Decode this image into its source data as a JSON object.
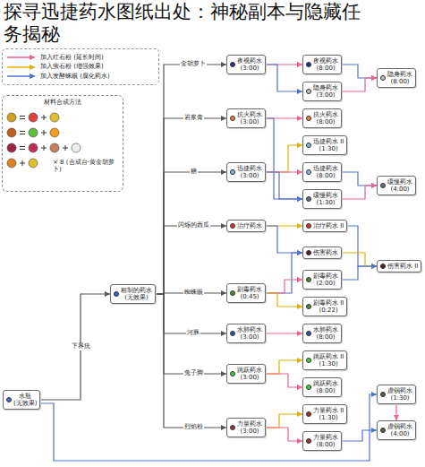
{
  "diagram": {
    "title": "探寻迅捷药水图纸出处：神秘副本与隐藏任务揭秘",
    "nodes": [
      {
        "text": [
          "水瓶",
          "(无效果)"
        ]
      },
      {
        "text": [
          "粗制的药水",
          "(无效果)"
        ]
      },
      {
        "text": [
          "夜视药水",
          "(3:00)"
        ]
      },
      {
        "text": [
          "抗火药水",
          "(3:00)"
        ]
      },
      {
        "text": [
          "迅捷药水",
          "(3:00)"
        ]
      },
      {
        "text": [
          "治疗药水"
        ]
      },
      {
        "text": [
          "剧毒药水",
          "(0:45)"
        ]
      },
      {
        "text": [
          "水肺药水",
          "(3:00)"
        ]
      },
      {
        "text": [
          "跳跃药水",
          "(3:00)"
        ]
      },
      {
        "text": [
          "力量药水",
          "(3:00)"
        ]
      },
      {
        "text": [
          "夜视药水",
          "(8:00)"
        ]
      },
      {
        "text": [
          "隐身药水",
          "(3:00)"
        ]
      },
      {
        "text": [
          "抗火药水",
          "(8:00)"
        ]
      },
      {
        "text": [
          "迅捷药水 II",
          "(1:30)"
        ]
      },
      {
        "text": [
          "迅捷药水",
          "(8:00)"
        ]
      },
      {
        "text": [
          "缓慢药水",
          "(1:30)"
        ]
      },
      {
        "text": [
          "治疗药水 II"
        ]
      },
      {
        "text": [
          "伤害药水"
        ]
      },
      {
        "text": [
          "剧毒药水",
          "(2:00)"
        ]
      },
      {
        "text": [
          "剧毒药水 II",
          "(0:22)"
        ]
      },
      {
        "text": [
          "水肺药水",
          "(8:00)"
        ]
      },
      {
        "text": [
          "跳跃药水 II",
          "(1:30)"
        ]
      },
      {
        "text": [
          "跳跃药水",
          "(8:00)"
        ]
      },
      {
        "text": [
          "力量药水 II",
          "(1:30)"
        ]
      },
      {
        "text": [
          "力量药水",
          "(8:00)"
        ]
      },
      {
        "text": [
          "隐身药水",
          "(8:00)"
        ]
      },
      {
        "text": [
          "缓慢药水",
          "(4:00)"
        ]
      },
      {
        "text": [
          "伤害药水 II"
        ]
      },
      {
        "text": [
          "虚弱药水",
          "(1:30)"
        ]
      },
      {
        "text": [
          "虚弱药水",
          "(4:00)"
        ]
      },
      {
        "text": [
          "材料合成方法",
          "× 8 (合成台·黄金胡萝卜)"
        ]
      }
    ],
    "edges": [
      {
        "from": 0,
        "to": 1,
        "arrow": "to",
        "label": "下界疣"
      },
      {
        "from": 1,
        "to": 2,
        "arrow": "to",
        "label": "金胡萝卜"
      },
      {
        "from": 1,
        "to": 3,
        "arrow": "to",
        "label": "岩浆膏"
      },
      {
        "from": 1,
        "to": 4,
        "arrow": "to",
        "label": "糖"
      },
      {
        "from": 1,
        "to": 5,
        "arrow": "to",
        "label": "闪烁的西瓜"
      },
      {
        "from": 1,
        "to": 6,
        "arrow": "to",
        "label": "蜘蛛眼"
      },
      {
        "from": 1,
        "to": 7,
        "arrow": "to",
        "label": "河豚"
      },
      {
        "from": 1,
        "to": 8,
        "arrow": "to",
        "label": "兔子脚"
      },
      {
        "from": 1,
        "to": 9,
        "arrow": "to",
        "label": "烈焰粉"
      },
      {
        "from": 2,
        "to": 10,
        "arrow": "to"
      },
      {
        "from": 2,
        "to": 11,
        "arrow": "to"
      },
      {
        "from": 3,
        "to": 12,
        "arrow": "to"
      },
      {
        "from": 3,
        "to": 15,
        "arrow": "to"
      },
      {
        "from": 4,
        "to": 13,
        "arrow": "to"
      },
      {
        "from": 4,
        "to": 14,
        "arrow": "to"
      },
      {
        "from": 4,
        "to": 15,
        "arrow": "to"
      },
      {
        "from": 5,
        "to": 16,
        "arrow": "to"
      },
      {
        "from": 5,
        "to": 17,
        "arrow": "to"
      },
      {
        "from": 6,
        "to": 17,
        "arrow": "to"
      },
      {
        "from": 6,
        "to": 18,
        "arrow": "to"
      },
      {
        "from": 6,
        "to": 19,
        "arrow": "to"
      },
      {
        "from": 7,
        "to": 20,
        "arrow": "to"
      },
      {
        "from": 8,
        "to": 21,
        "arrow": "to"
      },
      {
        "from": 8,
        "to": 22,
        "arrow": "to"
      },
      {
        "from": 9,
        "to": 23,
        "arrow": "to"
      },
      {
        "from": 9,
        "to": 24,
        "arrow": "to"
      },
      {
        "from": 10,
        "to": 25,
        "arrow": "to"
      },
      {
        "from": 11,
        "to": 25,
        "arrow": "to"
      },
      {
        "from": 14,
        "to": 26,
        "arrow": "to"
      },
      {
        "from": 15,
        "to": 26,
        "arrow": "to"
      },
      {
        "from": 16,
        "to": 27,
        "arrow": "to"
      },
      {
        "from": 17,
        "to": 27,
        "arrow": "to"
      },
      {
        "from": 18,
        "to": 27,
        "arrow": "to"
      },
      {
        "from": 0,
        "to": 28,
        "arrow": "to"
      },
      {
        "from": 28,
        "to": 29,
        "arrow": "to"
      },
      {
        "from": 24,
        "to": 29,
        "arrow": "to"
      }
    ],
    "legend": [
      {
        "text": "加入红石粉 (延长时间)"
      },
      {
        "text": "加入萤石粉 (增强效果)"
      },
      {
        "text": "加入发酵蛛眼 (腐化药水)"
      }
    ]
  }
}
